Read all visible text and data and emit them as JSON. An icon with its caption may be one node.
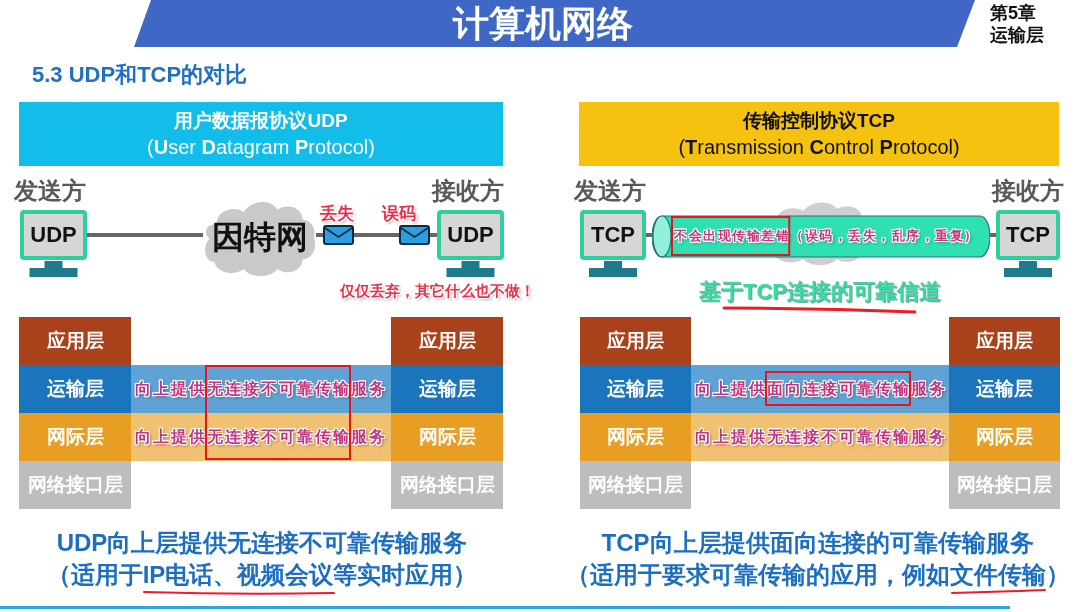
{
  "diagram": {
    "title": "计算机网络",
    "nodes": [
      {
        "text": [
          "用户数据报协议UDP",
          "(**U**ser **D**atagram **P**rotocol)"
        ]
      },
      {
        "text": [
          "UDP"
        ],
        "beside": [
          "发送方"
        ]
      },
      {
        "text": [
          "因特网"
        ]
      },
      {
        "text": [],
        "shape": "envelope",
        "beside": [
          "丢失"
        ]
      },
      {
        "text": [],
        "shape": "envelope",
        "beside": [
          "误码"
        ]
      },
      {
        "text": [
          "UDP"
        ],
        "beside": [
          "接收方"
        ]
      },
      {
        "text": [
          "传输控制协议TCP",
          "(**T**ransmission **C**ontrol **P**rotocol)"
        ]
      },
      {
        "text": [
          "TCP"
        ],
        "beside": [
          "发送方"
        ]
      },
      {
        "text": [
          "不会出现传输差错（误码，丢失，乱序，重复）"
        ]
      },
      {
        "text": [
          "TCP"
        ],
        "beside": [
          "接收方"
        ]
      },
      {
        "text": [
          "应用层"
        ]
      },
      {
        "text": [
          "运输层"
        ]
      },
      {
        "text": [
          "网际层"
        ]
      },
      {
        "text": [
          "网络接口层"
        ]
      },
      {
        "text": [
          "向上提供无连接不可靠传输服务"
        ]
      },
      {
        "text": [
          "向上提供无连接不可靠传输服务"
        ]
      },
      {
        "text": [
          "应用层"
        ]
      },
      {
        "text": [
          "运输层"
        ]
      },
      {
        "text": [
          "网际层"
        ]
      },
      {
        "text": [
          "网络接口层"
        ]
      },
      {
        "text": [
          "应用层"
        ]
      },
      {
        "text": [
          "运输层"
        ]
      },
      {
        "text": [
          "网际层"
        ]
      },
      {
        "text": [
          "网络接口层"
        ]
      },
      {
        "text": [
          "向上提供面向连接可靠传输服务"
        ]
      },
      {
        "text": [
          "向上提供无连接不可靠传输服务"
        ]
      },
      {
        "text": [
          "应用层"
        ]
      },
      {
        "text": [
          "运输层"
        ]
      },
      {
        "text": [
          "网际层"
        ]
      },
      {
        "text": [
          "网络接口层"
        ]
      }
    ],
    "edges": [
      {
        "from": 1,
        "to": 2,
        "arrow": "none"
      },
      {
        "from": 2,
        "to": 3,
        "arrow": "none"
      },
      {
        "from": 3,
        "to": 4,
        "arrow": "none"
      },
      {
        "from": 4,
        "to": 5,
        "arrow": "none"
      },
      {
        "from": 7,
        "to": 8,
        "arrow": "none"
      },
      {
        "from": 8,
        "to": 9,
        "arrow": "none"
      }
    ],
    "labels": [
      "第5章",
      "运输层",
      "5.3 UDP和TCP的对比",
      "仅仅丢弃，其它什么也不做！",
      "基于TCP连接的可靠信道",
      "UDP向上层提供无连接不可靠传输服务",
      "（适用于IP电话、视频会议等实时应用）",
      "TCP向上层提供面向连接的可靠传输服务",
      "（适用于要求可靠传输的应用，例如文件传输）"
    ]
  }
}
